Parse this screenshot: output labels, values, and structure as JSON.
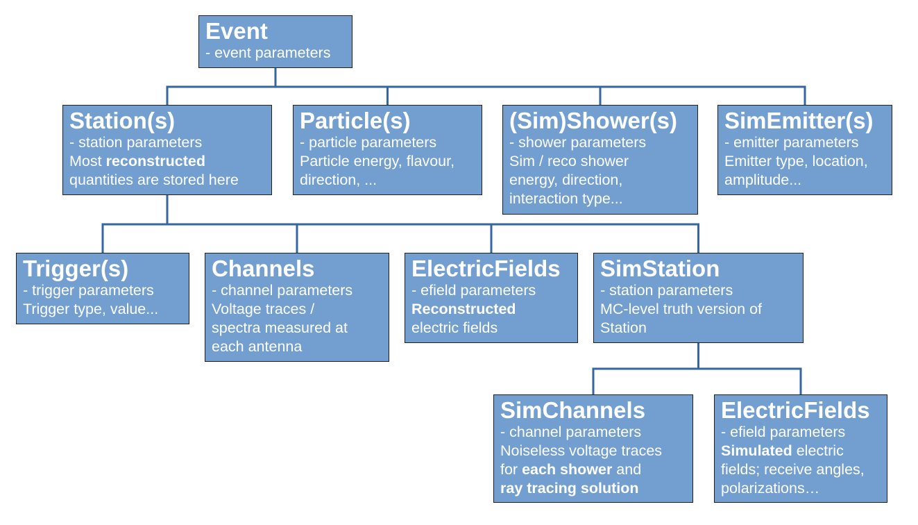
{
  "diagram": {
    "colors": {
      "box_fill": "#729fcf",
      "box_border": "#1f1f1f",
      "text": "#ffffff",
      "connector": "#3465a4"
    },
    "nodes": [
      {
        "id": "event",
        "title": "Event",
        "lines": [
          [
            {
              "text": "- event parameters"
            }
          ]
        ]
      },
      {
        "id": "stations",
        "title": "Station(s)",
        "lines": [
          [
            {
              "text": "- station parameters"
            }
          ],
          [
            {
              "text": "Most "
            },
            {
              "text": "reconstructed",
              "bold": true
            }
          ],
          [
            {
              "text": "quantities are stored here"
            }
          ]
        ]
      },
      {
        "id": "particles",
        "title": "Particle(s)",
        "lines": [
          [
            {
              "text": "- particle parameters"
            }
          ],
          [
            {
              "text": "Particle energy, flavour,"
            }
          ],
          [
            {
              "text": "direction, ..."
            }
          ]
        ]
      },
      {
        "id": "showers",
        "title": "(Sim)Shower(s)",
        "lines": [
          [
            {
              "text": "- shower parameters"
            }
          ],
          [
            {
              "text": "Sim / reco shower"
            }
          ],
          [
            {
              "text": "energy, direction,"
            }
          ],
          [
            {
              "text": "interaction type..."
            }
          ]
        ]
      },
      {
        "id": "emitters",
        "title": "SimEmitter(s)",
        "lines": [
          [
            {
              "text": "- emitter parameters"
            }
          ],
          [
            {
              "text": "Emitter type, location,"
            }
          ],
          [
            {
              "text": "amplitude..."
            }
          ]
        ]
      },
      {
        "id": "triggers",
        "title": "Trigger(s)",
        "lines": [
          [
            {
              "text": "- trigger parameters"
            }
          ],
          [
            {
              "text": "Trigger type, value..."
            }
          ]
        ]
      },
      {
        "id": "channels",
        "title": "Channels",
        "lines": [
          [
            {
              "text": "- channel parameters"
            }
          ],
          [
            {
              "text": "Voltage traces /"
            }
          ],
          [
            {
              "text": "spectra measured at"
            }
          ],
          [
            {
              "text": "each antenna"
            }
          ]
        ]
      },
      {
        "id": "efields",
        "title": "ElectricFields",
        "lines": [
          [
            {
              "text": "- efield parameters"
            }
          ],
          [
            {
              "text": "Reconstructed",
              "bold": true
            }
          ],
          [
            {
              "text": "electric fields"
            }
          ]
        ]
      },
      {
        "id": "simstation",
        "title": "SimStation",
        "lines": [
          [
            {
              "text": "- station parameters"
            }
          ],
          [
            {
              "text": "MC-level truth version of"
            }
          ],
          [
            {
              "text": "Station"
            }
          ]
        ]
      },
      {
        "id": "simchannels",
        "title": "SimChannels",
        "lines": [
          [
            {
              "text": "- channel parameters"
            }
          ],
          [
            {
              "text": "Noiseless voltage traces"
            }
          ],
          [
            {
              "text": "for "
            },
            {
              "text": "each shower",
              "bold": true
            },
            {
              "text": " and"
            }
          ],
          [
            {
              "text": "ray tracing solution",
              "bold": true
            }
          ]
        ]
      },
      {
        "id": "sim_efields",
        "title": "ElectricFields",
        "lines": [
          [
            {
              "text": "- efield parameters"
            }
          ],
          [
            {
              "text": "Simulated",
              "bold": true
            },
            {
              "text": " electric"
            }
          ],
          [
            {
              "text": "fields; receive angles,"
            }
          ],
          [
            {
              "text": "polarizations…"
            }
          ]
        ]
      }
    ],
    "edges": [
      {
        "from": "event",
        "to": "stations"
      },
      {
        "from": "event",
        "to": "particles"
      },
      {
        "from": "event",
        "to": "showers"
      },
      {
        "from": "event",
        "to": "emitters"
      },
      {
        "from": "stations",
        "to": "triggers"
      },
      {
        "from": "stations",
        "to": "channels"
      },
      {
        "from": "stations",
        "to": "efields"
      },
      {
        "from": "stations",
        "to": "simstation"
      },
      {
        "from": "simstation",
        "to": "simchannels"
      },
      {
        "from": "simstation",
        "to": "sim_efields"
      }
    ]
  }
}
